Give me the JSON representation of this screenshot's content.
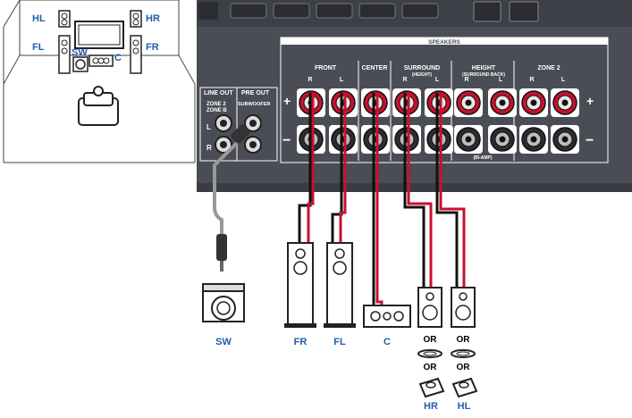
{
  "room_layout": {
    "labels": {
      "hl": "HL",
      "hr": "HR",
      "fl": "FL",
      "fr": "FR",
      "sw": "SW",
      "c": "C"
    }
  },
  "rear_panel": {
    "line_out": "LINE OUT",
    "pre_out": "PRE OUT",
    "zone2_line1": "ZONE 2",
    "zone2_line2": "ZONE B",
    "subwoofer": "SUBWOOFER",
    "ch_l": "L",
    "ch_r": "R",
    "speakers_header": "SPEAKERS",
    "groups": {
      "front": "FRONT",
      "center": "CENTER",
      "surround": "SURROUND",
      "surround_sub": "(HEIGHT)",
      "height": "HEIGHT",
      "height_sub": "(SURROUND BACK)",
      "zone2": "ZONE 2"
    },
    "channel_letters": [
      "R",
      "L",
      "",
      "R",
      "L",
      "R",
      "L",
      "R",
      "L"
    ],
    "plus": "+",
    "minus": "−",
    "biamp": "(BI-AMP)"
  },
  "speakers": {
    "sw": "SW",
    "fr": "FR",
    "fl": "FL",
    "c": "C",
    "or": "OR",
    "hr": "HR",
    "hl": "HL"
  },
  "colors": {
    "panel": "#4a4d55",
    "panel_dark": "#2b2d33",
    "terminal_red": "#c8102e",
    "label_blue": "#1f5fa8",
    "cable_red": "#c8102e"
  }
}
